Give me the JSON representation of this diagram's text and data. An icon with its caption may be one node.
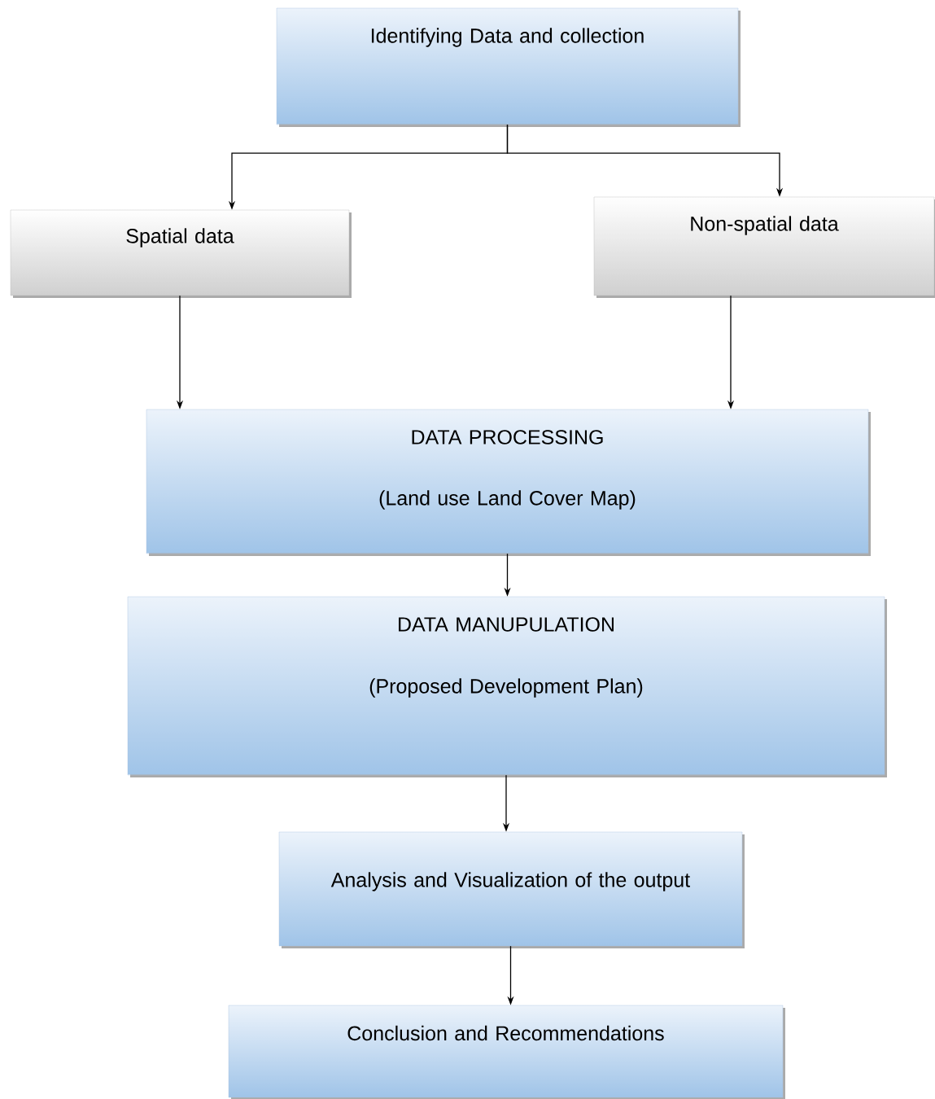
{
  "diagram": {
    "nodes": [
      {
        "text": [
          "Identifying Data and collection"
        ]
      },
      {
        "text": [
          "Spatial data"
        ]
      },
      {
        "text": [
          "Non-spatial data"
        ]
      },
      {
        "text": [
          "DATA PROCESSING",
          "(Land use Land Cover Map)"
        ]
      },
      {
        "text": [
          "DATA MANUPULATION",
          "(Proposed Development Plan)"
        ]
      },
      {
        "text": [
          "Analysis and Visualization of the output"
        ]
      },
      {
        "text": [
          "Conclusion and Recommendations"
        ]
      }
    ],
    "edges": [
      {
        "from": 0,
        "to": 1,
        "arrow": "to"
      },
      {
        "from": 0,
        "to": 2,
        "arrow": "to"
      },
      {
        "from": 1,
        "to": 3,
        "arrow": "to"
      },
      {
        "from": 2,
        "to": 3,
        "arrow": "to"
      },
      {
        "from": 3,
        "to": 4,
        "arrow": "to"
      },
      {
        "from": 4,
        "to": 5,
        "arrow": "to"
      },
      {
        "from": 5,
        "to": 6,
        "arrow": "to"
      }
    ]
  }
}
